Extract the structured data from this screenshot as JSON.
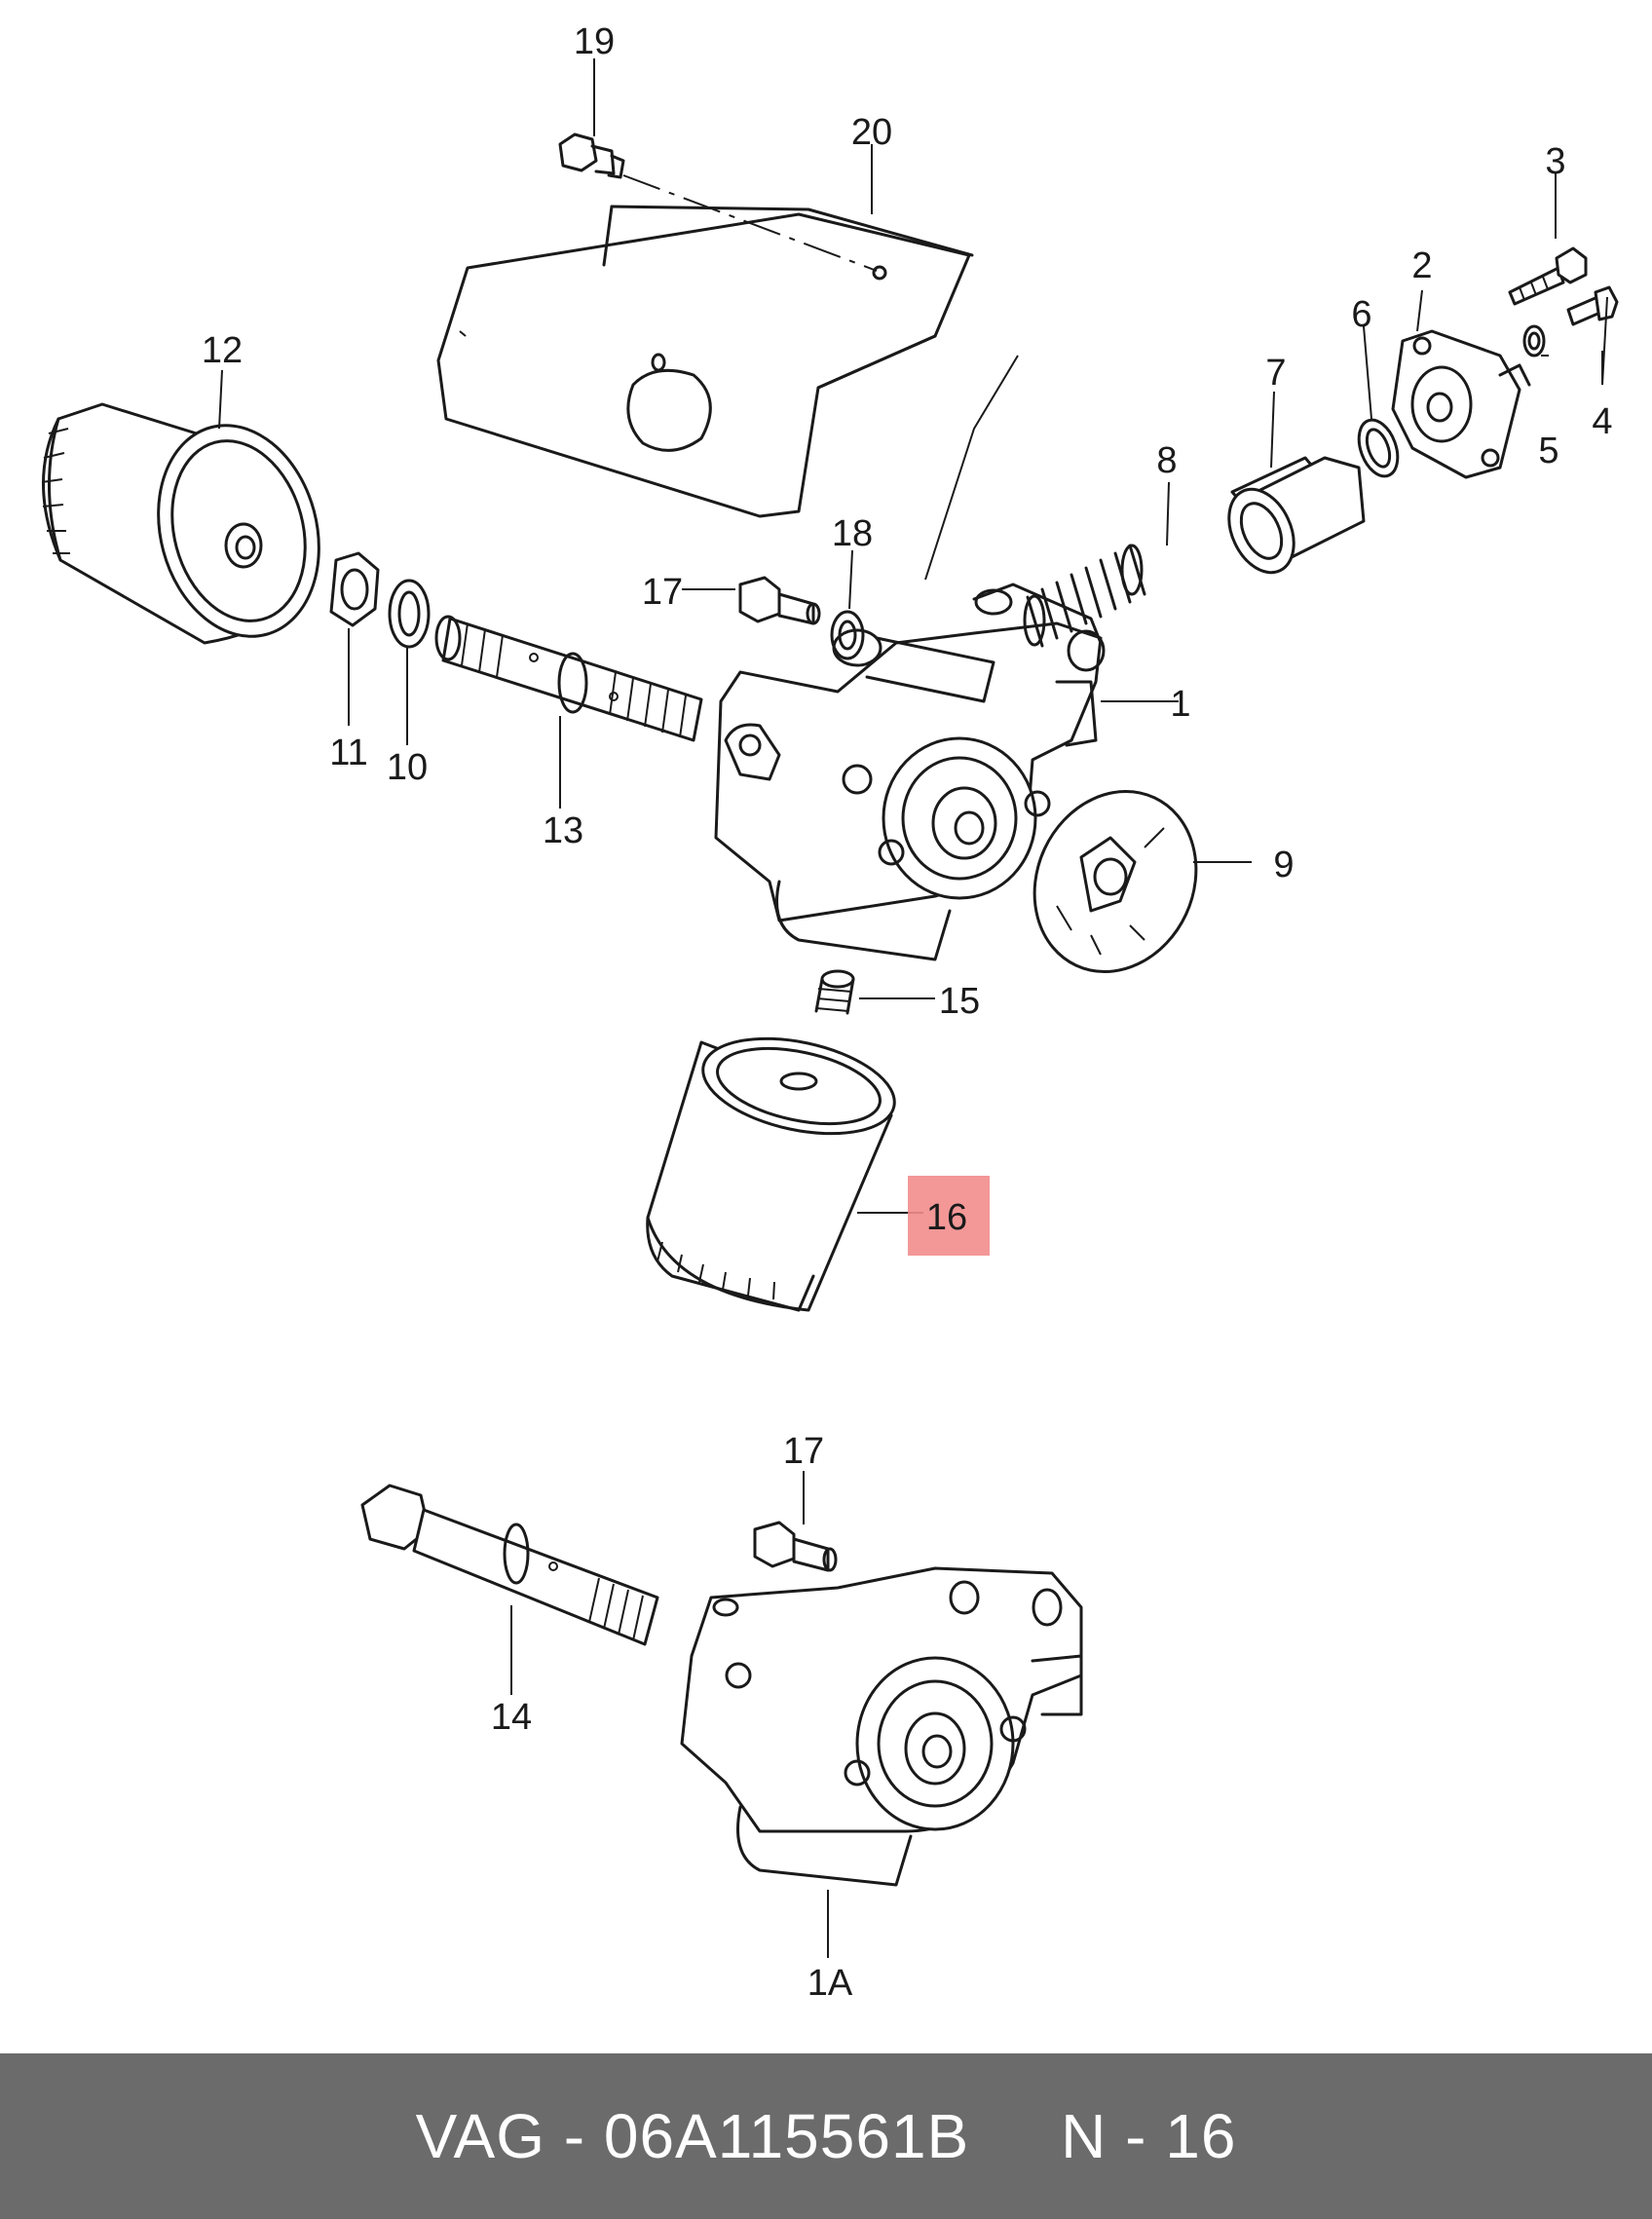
{
  "colors": {
    "line": "#1a1a1a",
    "highlight": "#f28c8c",
    "footer_bg": "#6b6b6b",
    "footer_text": "#ffffff"
  },
  "callouts": [
    {
      "id": "19",
      "text": "19"
    },
    {
      "id": "20",
      "text": "20"
    },
    {
      "id": "3",
      "text": "3"
    },
    {
      "id": "2",
      "text": "2"
    },
    {
      "id": "6",
      "text": "6"
    },
    {
      "id": "7",
      "text": "7"
    },
    {
      "id": "4",
      "text": "4"
    },
    {
      "id": "5",
      "text": "5"
    },
    {
      "id": "12",
      "text": "12"
    },
    {
      "id": "8",
      "text": "8"
    },
    {
      "id": "18",
      "text": "18"
    },
    {
      "id": "17a",
      "text": "17"
    },
    {
      "id": "1",
      "text": "1"
    },
    {
      "id": "11",
      "text": "11"
    },
    {
      "id": "10",
      "text": "10"
    },
    {
      "id": "13",
      "text": "13"
    },
    {
      "id": "9",
      "text": "9"
    },
    {
      "id": "15",
      "text": "15"
    },
    {
      "id": "16",
      "text": "16",
      "highlighted": true
    },
    {
      "id": "17b",
      "text": "17"
    },
    {
      "id": "14",
      "text": "14"
    },
    {
      "id": "1A",
      "text": "1A"
    }
  ],
  "footer": {
    "brand": "VAG",
    "separator": " - ",
    "part_number": "06A115561B",
    "gap": "     ",
    "position": "N - 16"
  }
}
